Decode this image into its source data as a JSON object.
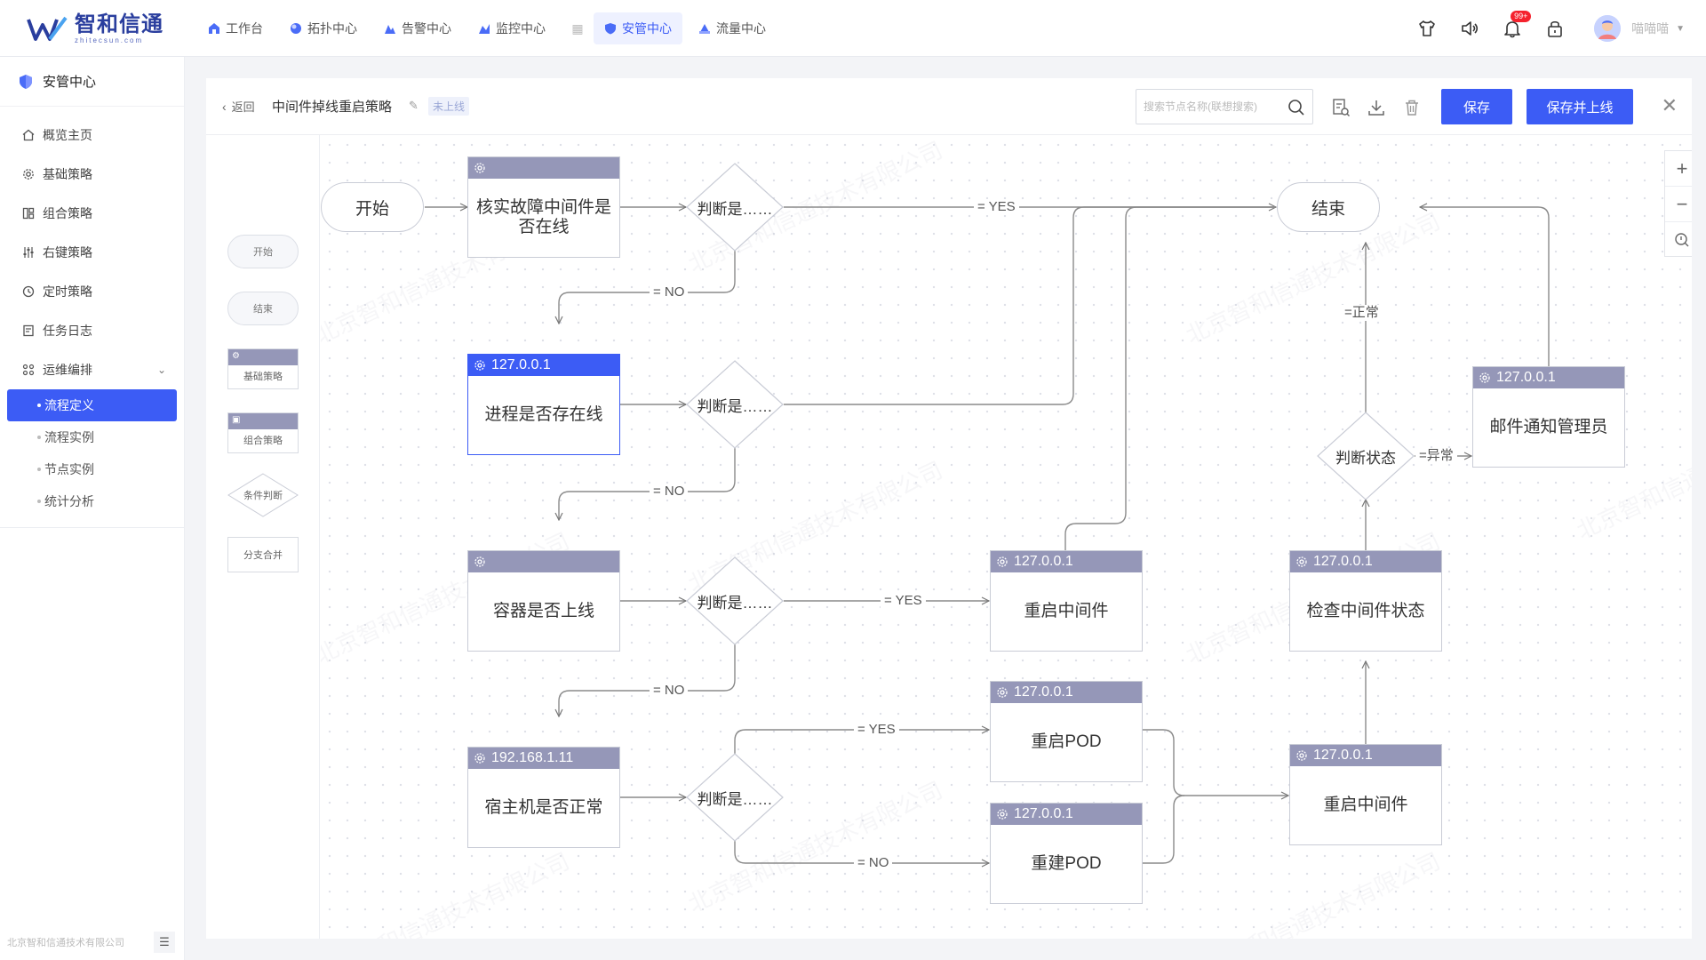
{
  "app": {
    "logo_text": "智和信通",
    "logo_sub": "zhitecsun.com"
  },
  "nav": [
    {
      "label": "工作台",
      "icon": "home-icon"
    },
    {
      "label": "拓扑中心",
      "icon": "topology-icon"
    },
    {
      "label": "告警中心",
      "icon": "alarm-icon"
    },
    {
      "label": "监控中心",
      "icon": "monitor-icon"
    },
    {
      "label": "安管中心",
      "icon": "shield-icon",
      "active": true
    },
    {
      "label": "流量中心",
      "icon": "traffic-icon"
    }
  ],
  "header_right": {
    "notification_badge": "99+",
    "user_name": "喵喵喵"
  },
  "sidebar": {
    "title": "安管中心",
    "items": [
      {
        "label": "概览主页",
        "icon": "home-icon"
      },
      {
        "label": "基础策略",
        "icon": "gear-icon"
      },
      {
        "label": "组合策略",
        "icon": "grid-icon"
      },
      {
        "label": "右键策略",
        "icon": "sliders-icon"
      },
      {
        "label": "定时策略",
        "icon": "clock-icon"
      },
      {
        "label": "任务日志",
        "icon": "log-icon"
      },
      {
        "label": "运维编排",
        "icon": "orchestrate-icon"
      }
    ],
    "subitems": [
      {
        "label": "流程定义",
        "active": true
      },
      {
        "label": "流程实例"
      },
      {
        "label": "节点实例"
      },
      {
        "label": "统计分析"
      }
    ],
    "footer": "北京智和信通技术有限公司"
  },
  "editor": {
    "back_label": "返回",
    "strategy_name": "中间件掉线重启策略",
    "status": "未上线",
    "search_placeholder": "搜索节点名称(联想搜索)",
    "save_label": "保存",
    "save_publish_label": "保存并上线"
  },
  "palette": {
    "start": "开始",
    "end": "结束",
    "basic": "基础策略",
    "combo": "组合策略",
    "condition": "条件判断",
    "merge": "分支合并"
  },
  "flow": {
    "start": "开始",
    "end": "结束",
    "nodes": {
      "n1": {
        "ip": "",
        "label": "核实故障中间件是否在线"
      },
      "n2": {
        "ip": "127.0.0.1",
        "label": "进程是否存在线"
      },
      "n3": {
        "ip": "",
        "label": "容器是否上线"
      },
      "n4": {
        "ip": "192.168.1.11",
        "label": "宿主机是否正常"
      },
      "n5": {
        "ip": "127.0.0.1",
        "label": "重启中间件"
      },
      "n6": {
        "ip": "127.0.0.1",
        "label": "重启POD"
      },
      "n7": {
        "ip": "127.0.0.1",
        "label": "重建POD"
      },
      "n8": {
        "ip": "127.0.0.1",
        "label": "检查中间件状态"
      },
      "n9": {
        "ip": "127.0.0.1",
        "label": "重启中间件"
      },
      "n10": {
        "ip": "127.0.0.1",
        "label": "邮件通知管理员"
      }
    },
    "decisions": {
      "d1": "判断是……",
      "d2": "判断是……",
      "d3": "判断是……",
      "d4": "判断是……",
      "d5": "判断状态"
    },
    "edge_labels": {
      "d1_yes": "= YES",
      "d1_no": "= NO",
      "d2_no": "= NO",
      "d3_yes": "= YES",
      "d3_no": "= NO",
      "d4_yes": "= YES",
      "d4_no": "= NO",
      "d5_normal": "=正常",
      "d5_abnormal": "=异常"
    }
  },
  "watermark": "北京智和信通技术有限公司",
  "colors": {
    "primary": "#3c5cf5",
    "node_header": "#9597b8",
    "badge": "#f5222d"
  }
}
